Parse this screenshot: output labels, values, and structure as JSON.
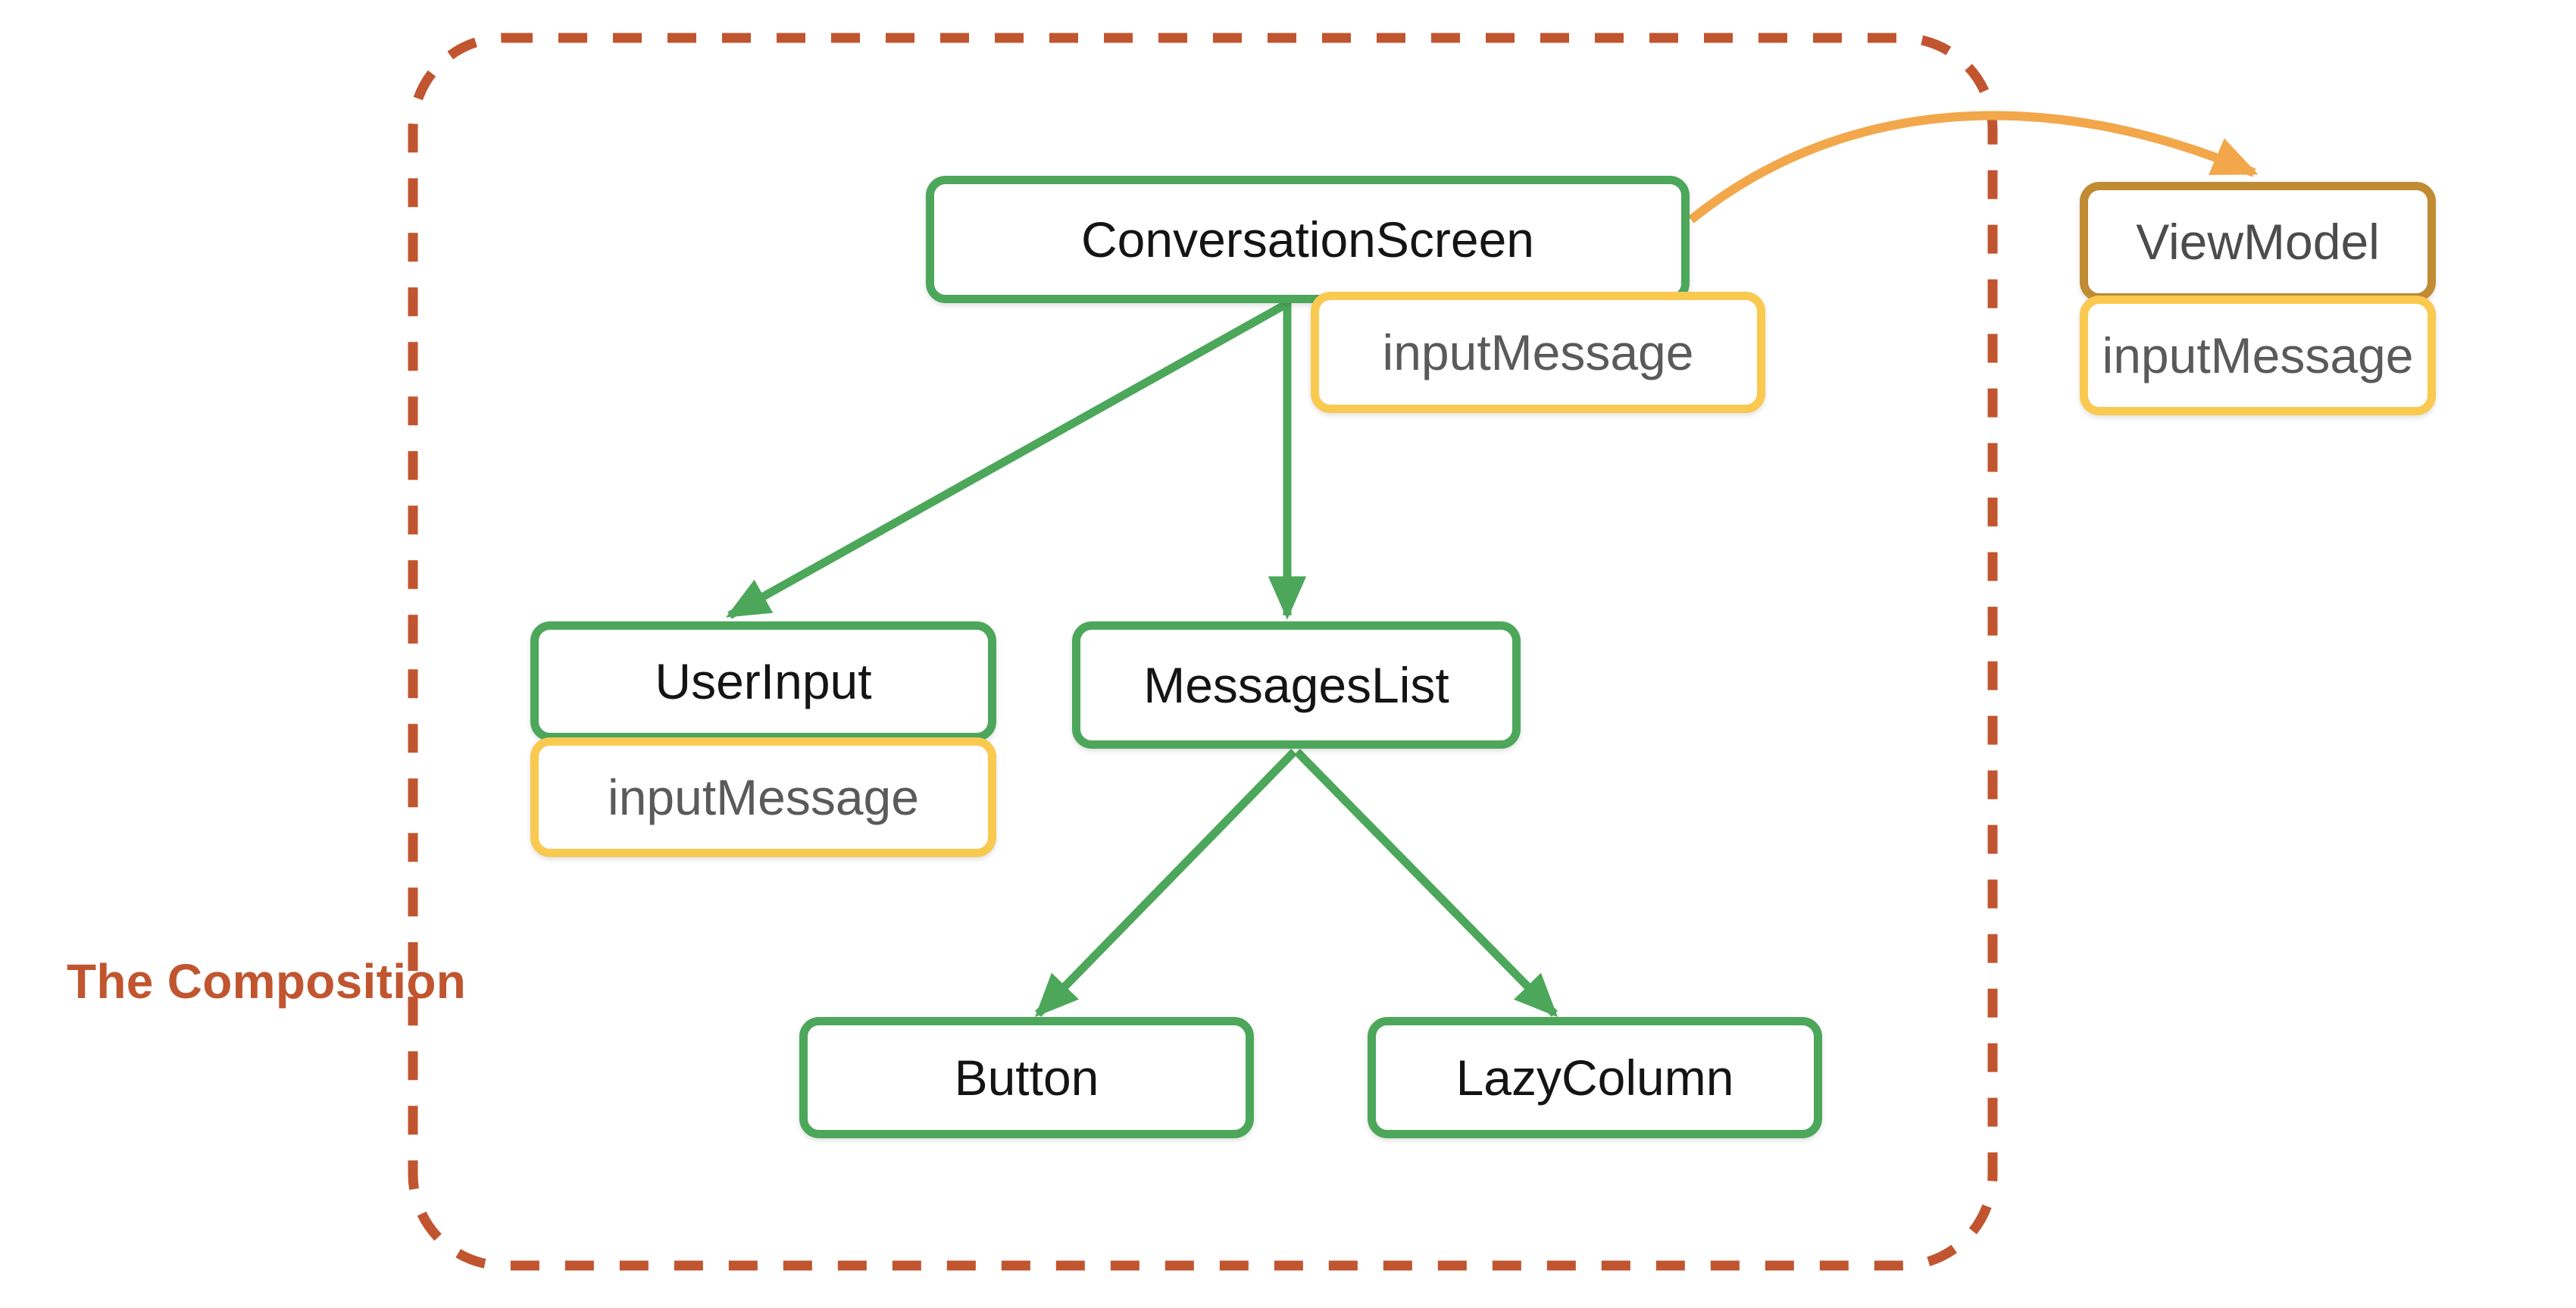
{
  "diagram": {
    "title_label": "The Composition",
    "boundary": {
      "name": "composition-boundary",
      "style": "dashed",
      "color": "#C0552F"
    },
    "colors": {
      "composable_border": "#4CA75B",
      "state_border": "#F9C950",
      "viewmodel_border": "#C08B33",
      "arrow_green": "#4CA75B",
      "arrow_orange": "#F2A74B",
      "boundary": "#C0552F",
      "text_dark": "#141414",
      "text_gray": "#5A5A5A"
    },
    "nodes": [
      {
        "id": "conversation-screen",
        "label": "ConversationScreen",
        "kind": "composable"
      },
      {
        "id": "conversation-screen-state",
        "label": "inputMessage",
        "kind": "state"
      },
      {
        "id": "view-model",
        "label": "ViewModel",
        "kind": "viewmodel"
      },
      {
        "id": "view-model-state",
        "label": "inputMessage",
        "kind": "state"
      },
      {
        "id": "user-input",
        "label": "UserInput",
        "kind": "composable"
      },
      {
        "id": "user-input-state",
        "label": "inputMessage",
        "kind": "state"
      },
      {
        "id": "messages-list",
        "label": "MessagesList",
        "kind": "composable"
      },
      {
        "id": "button",
        "label": "Button",
        "kind": "composable"
      },
      {
        "id": "lazy-column",
        "label": "LazyColumn",
        "kind": "composable"
      }
    ],
    "edges": [
      {
        "from": "conversation-screen",
        "to": "user-input",
        "color": "green"
      },
      {
        "from": "conversation-screen",
        "to": "messages-list",
        "color": "green"
      },
      {
        "from": "conversation-screen",
        "to": "view-model",
        "color": "orange"
      },
      {
        "from": "messages-list",
        "to": "button",
        "color": "green"
      },
      {
        "from": "messages-list",
        "to": "lazy-column",
        "color": "green"
      }
    ]
  }
}
